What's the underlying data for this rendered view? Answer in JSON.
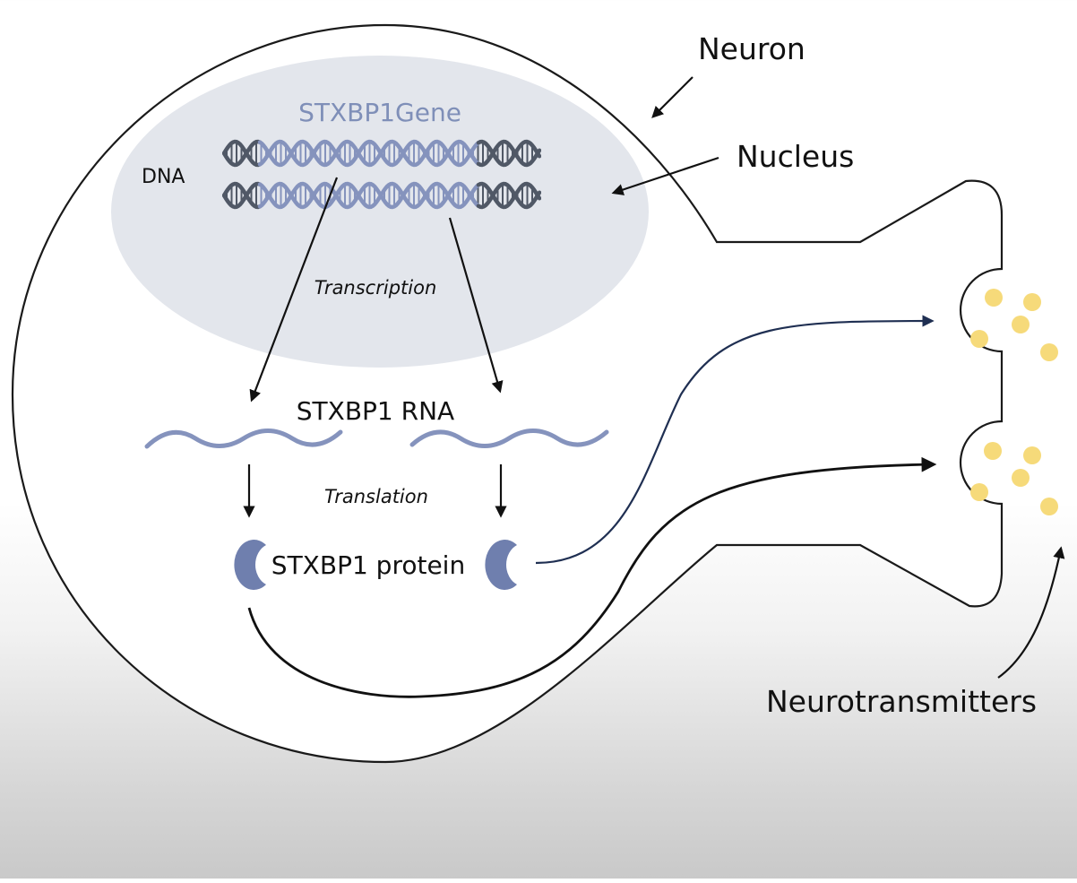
{
  "labels": {
    "neuron": "Neuron",
    "nucleus": "Nucleus",
    "gene": "STXBP1Gene",
    "dna": "DNA",
    "transcription": "Transcription",
    "rna": "STXBP1 RNA",
    "translation": "Translation",
    "protein": "STXBP1 protein",
    "neurotransmitters": "Neurotransmitters"
  },
  "colors": {
    "outline": "#1a1a1a",
    "nucleus_fill": "#e3e6ec",
    "cell_fill": "#ffffff",
    "gene_text": "#7f8fb8",
    "dna_dark": "#505866",
    "dna_light": "#8593bd",
    "rna": "#8593bd",
    "protein": "#6f7fae",
    "vesicle": "#f6da7a",
    "pathway_navy": "#1f2f52",
    "arrow": "#111111"
  }
}
